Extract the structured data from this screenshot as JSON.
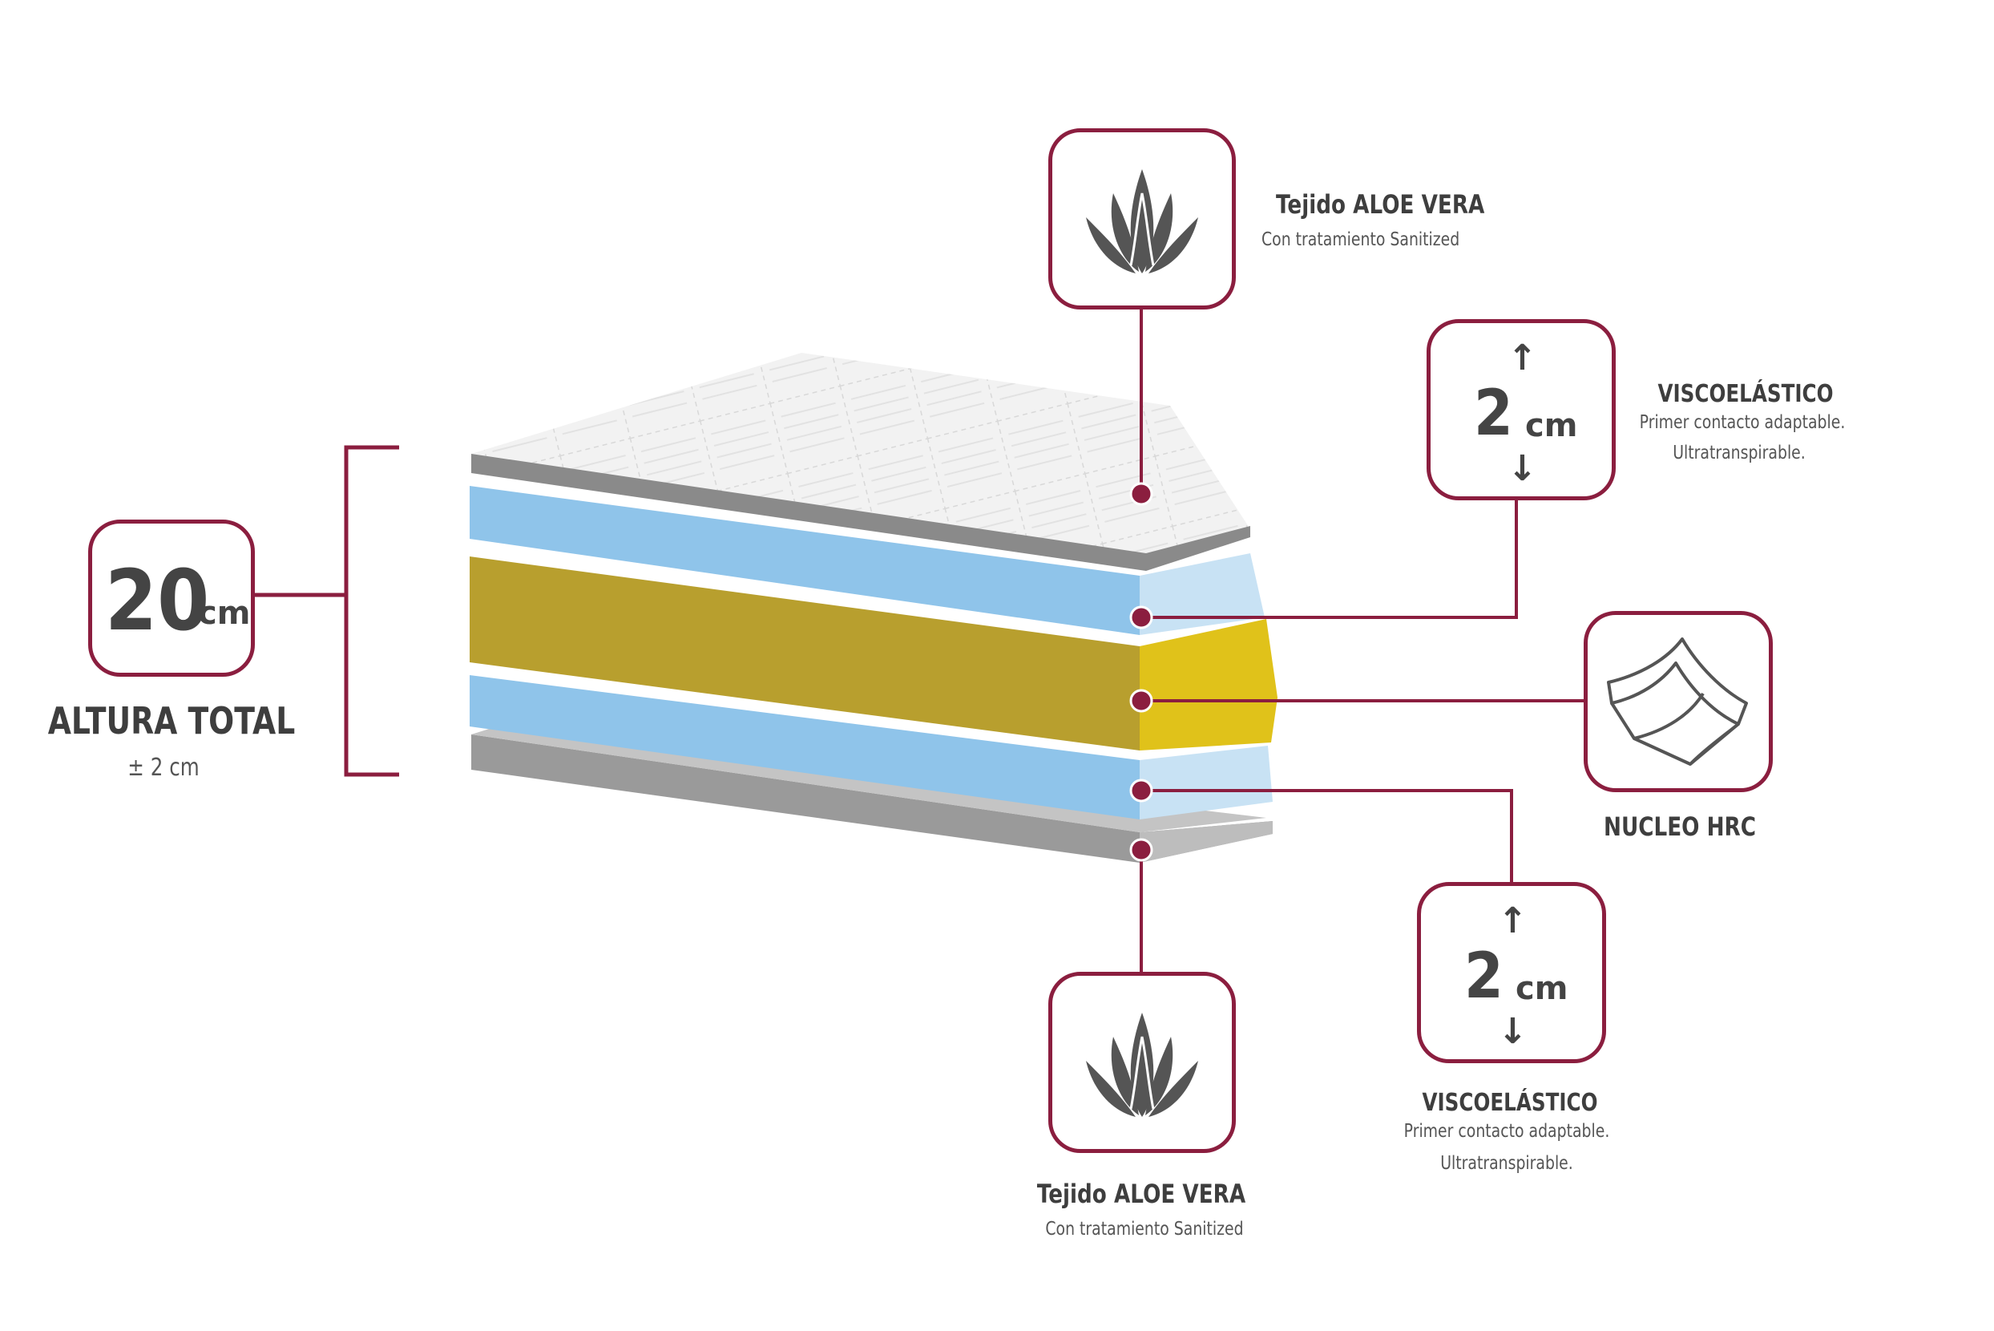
{
  "colors": {
    "accent": "#8b1e3f",
    "blue_layer": "#8fc4ea",
    "core_layer": "#b89f2e",
    "core_side": "#e0c21a",
    "grey_layer": "#8a8a8a",
    "top_fabric": "#f0f0f0"
  },
  "icons": {
    "aloe_top": "aloe-vera-plant-icon",
    "aloe_bottom": "aloe-vera-plant-icon",
    "core": "curved-foam-block-icon",
    "arrows": "up-down-arrow-icon"
  },
  "total_height": {
    "value": "20",
    "unit": "cm",
    "label": "ALTURA TOTAL",
    "tolerance": "± 2 cm"
  },
  "aloe_top": {
    "title": "Tejido ALOE VERA",
    "subtitle": "Con tratamiento Sanitized"
  },
  "visco_top": {
    "value": "2",
    "unit": "cm",
    "title": "VISCOELÁSTICO",
    "line1": "Primer contacto adaptable.",
    "line2": "Ultratranspirable."
  },
  "core": {
    "title": "NUCLEO HRC"
  },
  "visco_bottom": {
    "value": "2",
    "unit": "cm",
    "title": "VISCOELÁSTICO",
    "line1": "Primer contacto adaptable.",
    "line2": "Ultratranspirable."
  },
  "aloe_bottom": {
    "title": "Tejido ALOE VERA",
    "subtitle": "Con tratamiento Sanitized"
  }
}
